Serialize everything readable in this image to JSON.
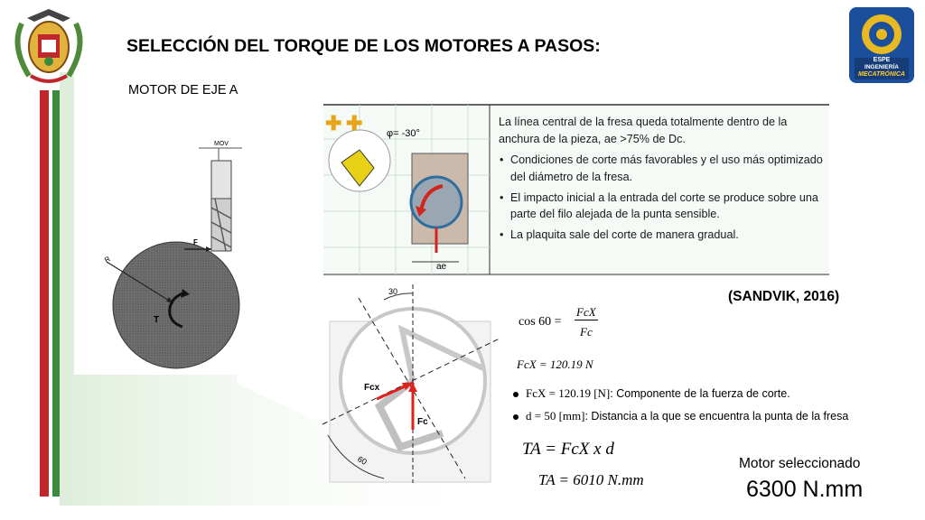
{
  "slide": {
    "title": "SELECCIÓN DEL TORQUE DE LOS MOTORES A PASOS:",
    "section": "MOTOR DE EJE A",
    "citation": "(SANDVIK, 2016)"
  },
  "logos": {
    "left_emblem": "coat-of-arms",
    "right_badge_lines": [
      "ESPE",
      "INGENIERÍA",
      "MECATRÓNICA"
    ]
  },
  "decor": {
    "stripe_colors": [
      "#c0272d",
      "#ffffff",
      "#3b8a3e"
    ],
    "gradient_color": "#d6ead2"
  },
  "tool_diagram": {
    "mov_label": "MOV",
    "force_label": "F",
    "radius_label": "R",
    "torque_label": "T"
  },
  "sandvik": {
    "angle_label": "φ= -30°",
    "width_label": "ae",
    "intro": "La línea central de la fresa queda totalmente dentro de la anchura de la pieza, ae >75% de Dc.",
    "bullets": [
      "Condiciones de corte más favorables y el uso más optimizado del diámetro de la fresa.",
      "El impacto inicial a la entrada del corte se produce sobre una parte del filo alejada de la punta sensible.",
      "La plaquita sale del corte de manera gradual."
    ]
  },
  "force_diagram": {
    "angle_top": "30",
    "angle_bottom": "60",
    "fcx_label": "Fcx",
    "fc_label": "Fc"
  },
  "equations": {
    "cos_lhs": "cos 60 =",
    "cos_num": "FcX",
    "cos_den": "Fc",
    "fcx_value": "FcX = 120.19 N",
    "torque_formula": "TA = FcX x d",
    "torque_result": "TA = 6010 N.mm"
  },
  "definitions": [
    {
      "symbol": "FcX = 120.19 [N]",
      "text": ": Componente de la fuerza de corte."
    },
    {
      "symbol": "d = 50 [mm]",
      "text": ": Distancia a la que se encuentra la punta de la fresa"
    }
  ],
  "result": {
    "label": "Motor seleccionado",
    "value": "6300 N.mm"
  }
}
